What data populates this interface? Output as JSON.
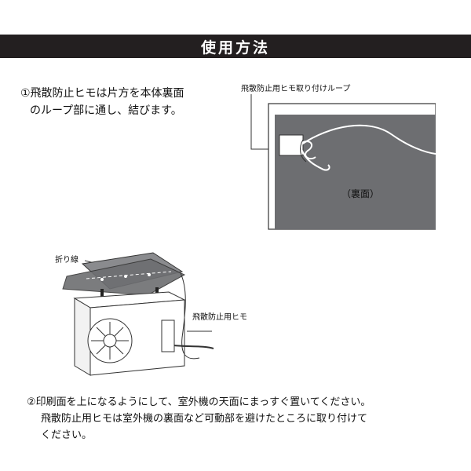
{
  "header": {
    "title": "使用方法"
  },
  "step1": {
    "line1": "①飛散防止ヒモは片方を本体裏面",
    "line2": "のループ部に通し、結びます。"
  },
  "figure1": {
    "loop_label": "飛散防止用ヒモ取り付けループ",
    "back_label": "（裏面）"
  },
  "figure2": {
    "fold_label": "折り線",
    "cord_label": "飛散防止用ヒモ"
  },
  "step2": {
    "line1": "②印刷面を上になるようにして、室外機の天面にまっすぐ置いてください。",
    "line2": "飛散防止用ヒモは室外機の裏面など可動部を避けたところに取り付けて",
    "line3": "ください。"
  },
  "colors": {
    "header_bg": "#231f20",
    "cover_gray": "#6d6e71",
    "line": "#333333"
  }
}
